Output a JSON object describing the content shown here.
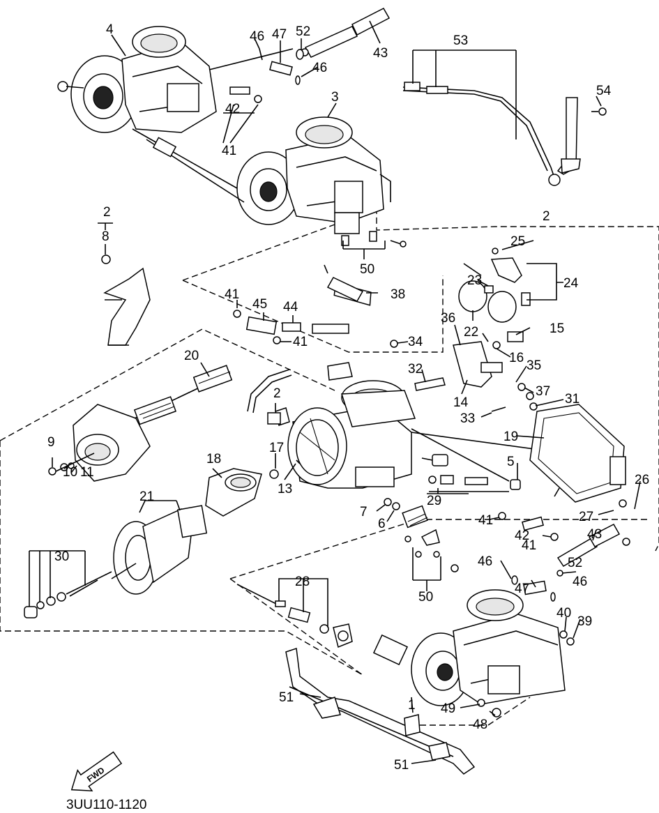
{
  "drawing_code": "3UU110-1120",
  "arrow_label": "FWD",
  "callouts": [
    "1",
    "2",
    "2",
    "2",
    "3",
    "4",
    "5",
    "6",
    "7",
    "8",
    "9",
    "10",
    "11",
    "13",
    "14",
    "15",
    "16",
    "17",
    "18",
    "19",
    "20",
    "21",
    "22",
    "23",
    "24",
    "25",
    "26",
    "27",
    "28",
    "29",
    "30",
    "31",
    "32",
    "33",
    "34",
    "35",
    "36",
    "37",
    "38",
    "39",
    "40",
    "41",
    "41",
    "41",
    "41",
    "41",
    "42",
    "42",
    "43",
    "43",
    "44",
    "45",
    "46",
    "46",
    "46",
    "46",
    "47",
    "47",
    "48",
    "49",
    "50",
    "50",
    "51",
    "51",
    "52",
    "52",
    "53",
    "54"
  ]
}
